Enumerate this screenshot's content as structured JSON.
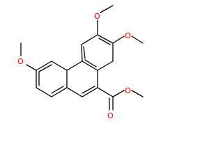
{
  "molecule": {
    "atoms": {
      "o_top_right": "O",
      "o_right": "O",
      "o_left": "O",
      "o_carbonyl": "O",
      "o_ester": "O"
    },
    "colors": {
      "bond": "#000000",
      "oxygen": "#ff0000",
      "background": "#ffffff"
    }
  }
}
